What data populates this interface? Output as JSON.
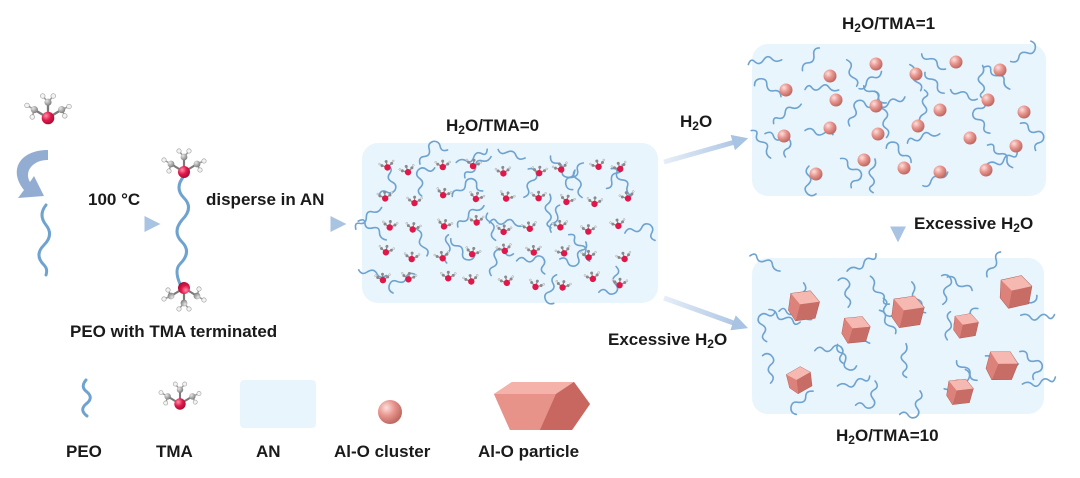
{
  "labels": {
    "step_heat": "100 °C",
    "step_disperse": "disperse in AN",
    "peo_tma": "PEO with TMA terminated",
    "ratio_0_a": "H",
    "ratio_0_sub": "2",
    "ratio_0_b": "O/TMA=0",
    "ratio_1_a": "H",
    "ratio_1_sub": "2",
    "ratio_1_b": "O/TMA=1",
    "ratio_10_a": "H",
    "ratio_10_sub": "2",
    "ratio_10_b": "O/TMA=10",
    "water_a": "H",
    "water_sub": "2",
    "water_b": "O",
    "excess_right_a": "Excessive H",
    "excess_right_sub": "2",
    "excess_right_b": "O",
    "excess_left_a": "Excessive H",
    "excess_left_sub": "2",
    "excess_left_b": "O"
  },
  "legend": [
    {
      "key": "peo",
      "label": "PEO"
    },
    {
      "key": "tma",
      "label": "TMA"
    },
    {
      "key": "an",
      "label": "AN"
    },
    {
      "key": "cluster",
      "label": "Al-O cluster"
    },
    {
      "key": "particle",
      "label": "Al-O particle"
    }
  ],
  "colors": {
    "peo_chain": "#6fa3cf",
    "al_atom": "#e0184a",
    "methyl": "#9a9a9a",
    "hydrogen": "#f2f2f2",
    "solvent": "#e9f5fd",
    "cluster": "#e58f8f",
    "particle": "#e7938a",
    "arrow": "#b9cfe6"
  }
}
